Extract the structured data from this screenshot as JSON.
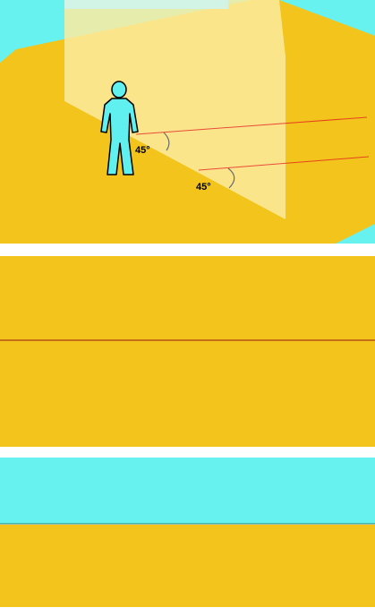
{
  "colors": {
    "floor": "#f2c41c",
    "wall": "#67f2f0",
    "mirror": "#fdeb9f",
    "person": "#5ff0ef",
    "ray": "#e3191f",
    "line": "#a83a18",
    "gap": "#ffffff"
  },
  "scene": {
    "angle_top": "45°",
    "angle_bottom": "45°"
  },
  "panels": [
    {
      "name": "floor-panel-middle"
    },
    {
      "name": "wall-panel-lower"
    },
    {
      "name": "floor-panel-bottom"
    }
  ]
}
